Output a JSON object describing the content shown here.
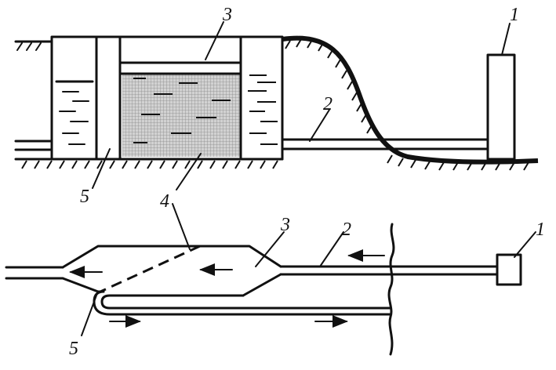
{
  "labels": {
    "top": {
      "one": "1",
      "two": "2",
      "three": "3",
      "four": "4",
      "five": "5"
    },
    "bottom": {
      "one": "1",
      "two": "2",
      "three": "3",
      "four": "4",
      "five": "5"
    }
  },
  "colors": {
    "ink": "#111111",
    "fill": "#c8c8c8",
    "background": "#ffffff"
  }
}
